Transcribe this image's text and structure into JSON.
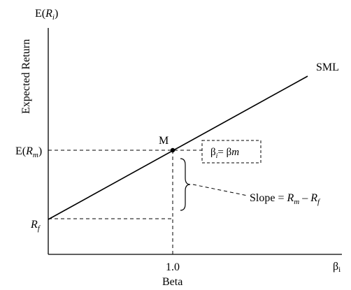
{
  "axis": {
    "y_top_label_prefix": "E(",
    "y_top_label_var": "R",
    "y_top_label_sub": "i",
    "y_top_label_suffix": ")",
    "y_title": "Expected Return",
    "x_right_label": "β",
    "x_right_label_sub": "i",
    "x_tick_label": "1.0",
    "x_title": "Beta"
  },
  "labels": {
    "line_name": "SML",
    "point_name": "M",
    "erm_prefix": "E(",
    "erm_var": "R",
    "erm_sub": "m",
    "erm_suffix": ")",
    "rf_var": "R",
    "rf_sub": "f",
    "beta_box_beta": "β",
    "beta_box_sub": "i",
    "beta_box_rest": "= β",
    "beta_box_m": "m",
    "slope_prefix": "Slope = ",
    "slope_rm_var": "R",
    "slope_rm_sub": "m",
    "slope_minus": " – ",
    "slope_rf_var": "R",
    "slope_rf_sub": "f"
  },
  "colors": {
    "line": "#000000",
    "background": "#ffffff"
  }
}
